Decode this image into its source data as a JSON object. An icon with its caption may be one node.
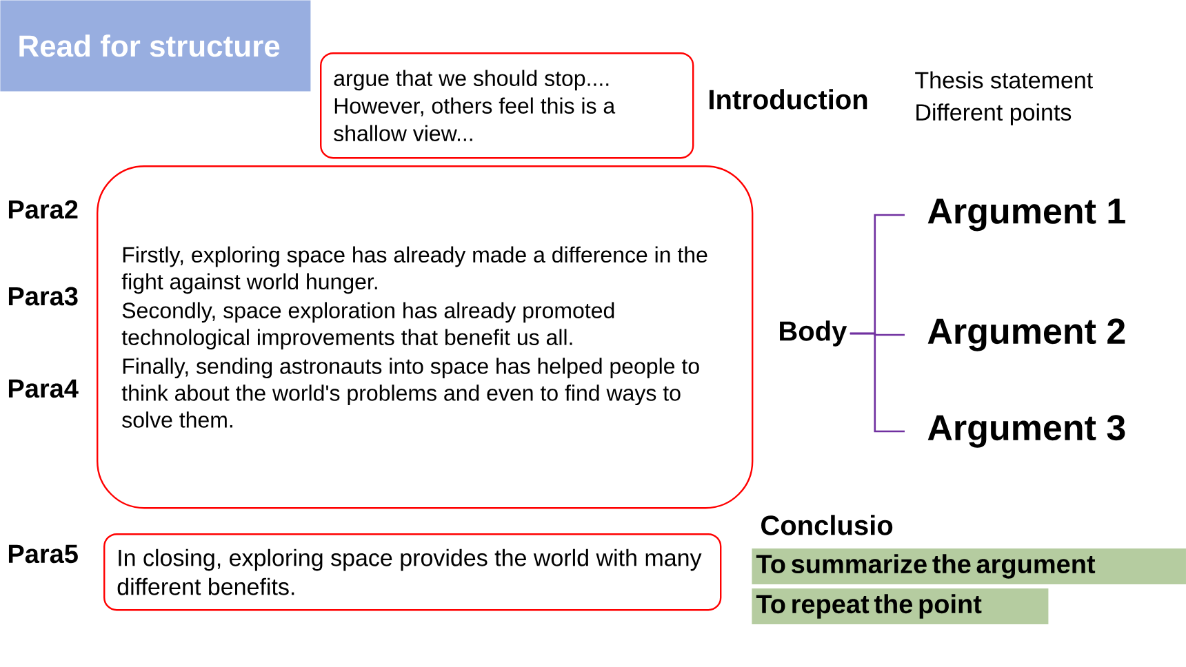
{
  "diagram": {
    "nodes": [
      {
        "text": [
          "Read for structure"
        ]
      },
      {
        "text": [
          "argue that we should stop.... However, others feel this is a shallow view..."
        ]
      },
      {
        "text": [
          "Firstly, exploring space has already made a difference in the fight against world hunger.",
          "Secondly, space exploration has already promoted technological improvements that benefit us all.",
          "Finally, sending astronauts into space has helped people to think about the world's problems and even to find ways to solve them."
        ],
        "beside": [
          "Para2",
          "Para3",
          "Para4"
        ]
      },
      {
        "text": [
          "In closing, exploring space provides the world with many different benefits."
        ],
        "beside": [
          "Para5"
        ]
      },
      {
        "text": [
          "Body"
        ]
      },
      {
        "text": [
          "Argument 1"
        ]
      },
      {
        "text": [
          "Argument 2"
        ]
      },
      {
        "text": [
          "Argument 3"
        ]
      },
      {
        "text": [
          "To summarize the argument"
        ]
      },
      {
        "text": [
          "To repeat the point"
        ]
      }
    ],
    "edges": [
      {
        "from": 4,
        "to": 5,
        "arrow": "none",
        "color": "#7030a0"
      },
      {
        "from": 4,
        "to": 6,
        "arrow": "none",
        "color": "#7030a0"
      },
      {
        "from": 4,
        "to": 7,
        "arrow": "none",
        "color": "#7030a0"
      }
    ],
    "labels": [
      "Introduction",
      "Thesis statement",
      "Different points",
      "Conclusio"
    ]
  }
}
